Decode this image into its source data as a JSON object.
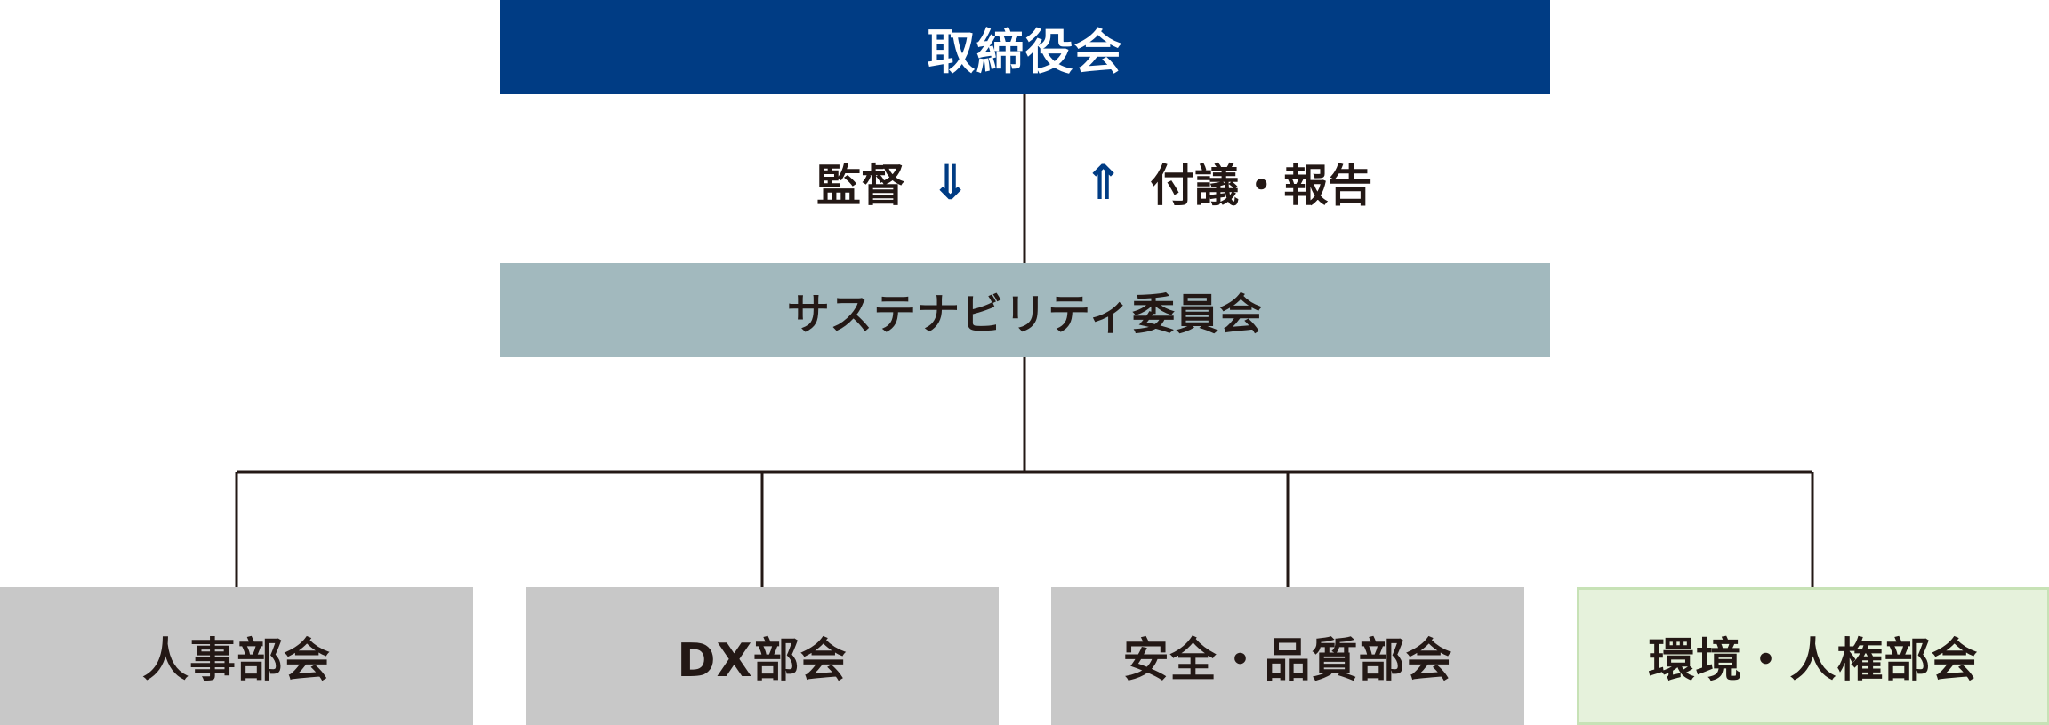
{
  "board": {
    "label": "取締役会"
  },
  "flows": {
    "down": {
      "label": "監督",
      "arrow": "⇓"
    },
    "up": {
      "label": "付議・報告",
      "arrow": "⇑"
    }
  },
  "committee": {
    "label": "サステナビリティ委員会"
  },
  "departments": [
    {
      "label": "人事部会"
    },
    {
      "label": "DX部会"
    },
    {
      "label": "安全・品質部会"
    },
    {
      "label": "環境・人権部会"
    }
  ],
  "colors": {
    "board": "#003c84",
    "committee": "#a2b9be",
    "department": "#c8c8c8",
    "department_env": "#e6f2dc",
    "department_env_border": "#c7e2b6",
    "arrow": "#003c84",
    "text": "#231815",
    "line": "#231815"
  }
}
